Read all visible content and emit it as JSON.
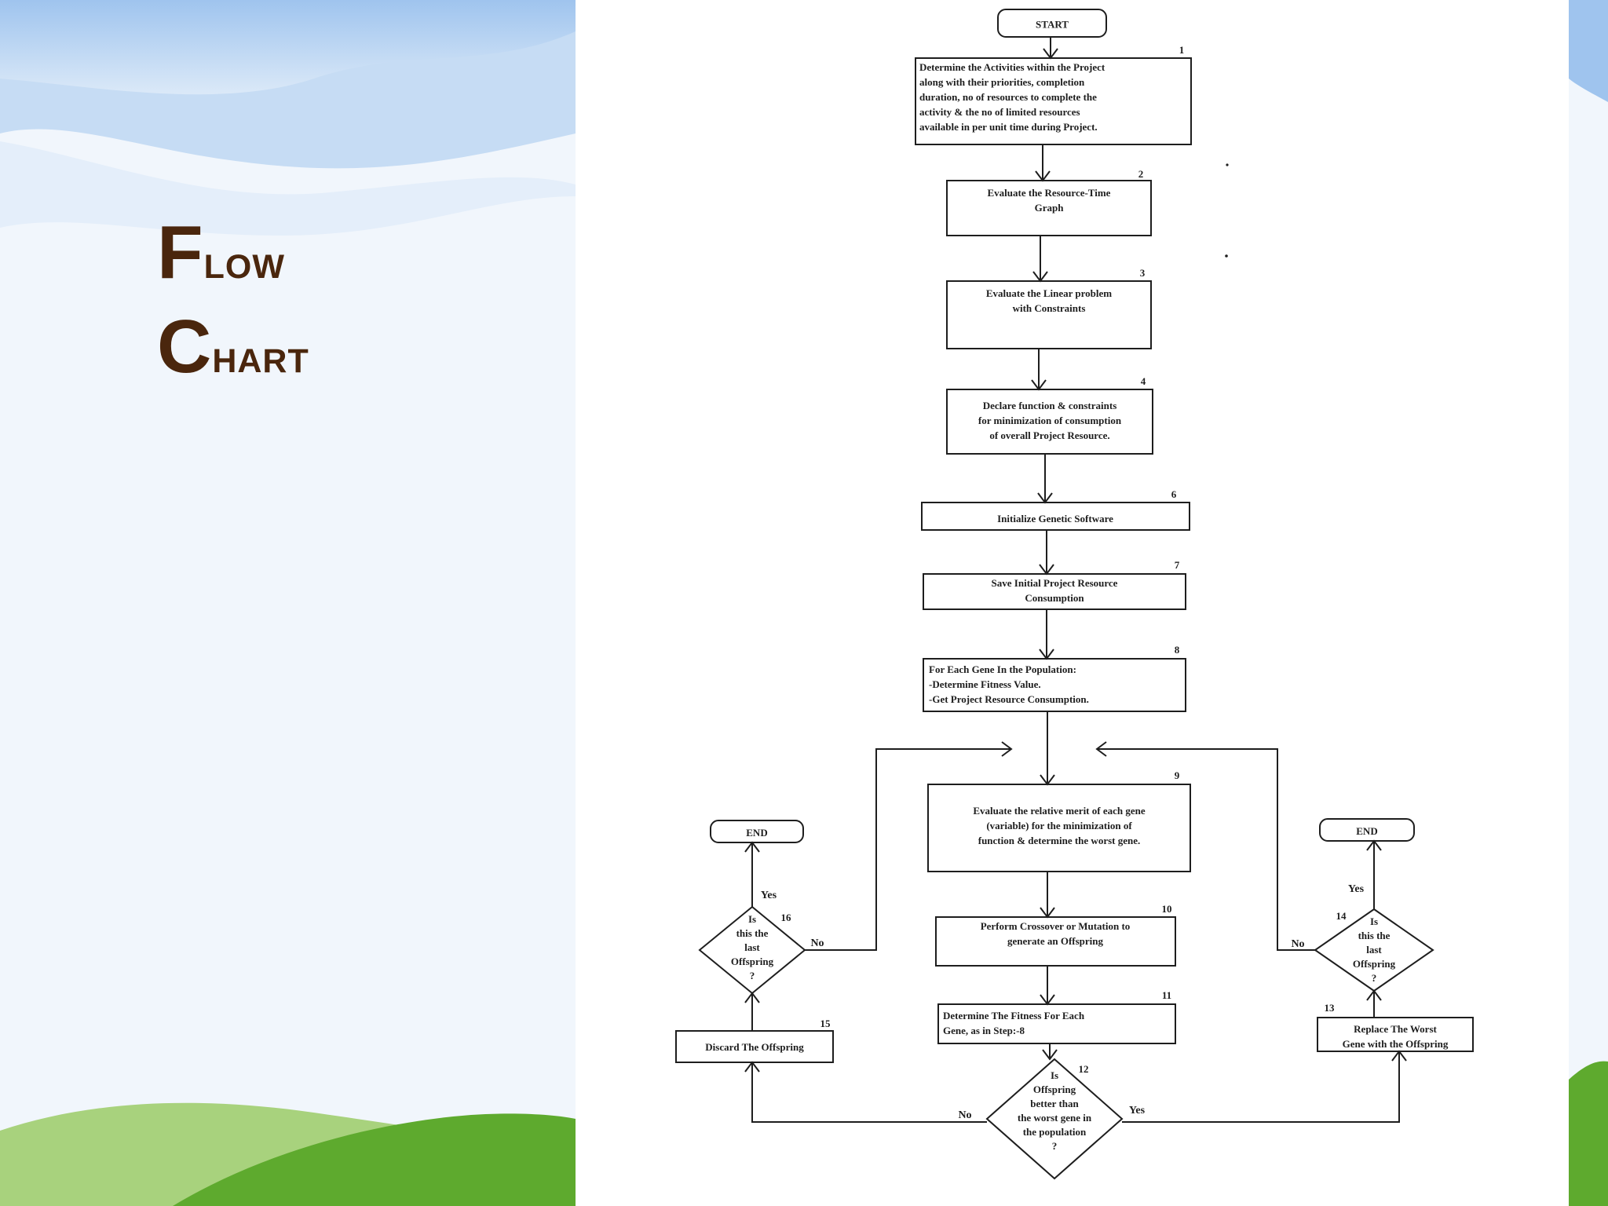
{
  "slide": {
    "title_line1": "Flow",
    "title_line2": "Chart"
  },
  "colors": {
    "title": "#4a260d",
    "sky_blue": "#8fb8ea",
    "grass_green": "#5eaa2e",
    "stroke": "#1e1e1e"
  },
  "flowchart": {
    "start": "START",
    "end_left": "END",
    "end_right": "END",
    "steps": [
      {
        "id": "s1",
        "num": "1",
        "lines": [
          "Determine the Activities within the Project",
          "along with their priorities, completion",
          "duration, no of resources to complete the",
          "activity & the no of limited resources",
          "available in per unit time during Project."
        ]
      },
      {
        "id": "s2",
        "num": "2",
        "lines": [
          "Evaluate the Resource-Time",
          "Graph"
        ]
      },
      {
        "id": "s3",
        "num": "3",
        "lines": [
          "Evaluate the Linear problem",
          "with Constraints"
        ]
      },
      {
        "id": "s4",
        "num": "4",
        "lines": [
          "Declare function & constraints",
          "for minimization of consumption",
          "of overall Project Resource."
        ]
      },
      {
        "id": "s6",
        "num": "6",
        "lines": [
          "Initialize Genetic Software"
        ]
      },
      {
        "id": "s7",
        "num": "7",
        "lines": [
          "Save Initial Project Resource",
          "Consumption"
        ]
      },
      {
        "id": "s8",
        "num": "8",
        "lines": [
          "For Each Gene In the Population:",
          "-Determine Fitness Value.",
          "-Get Project Resource Consumption."
        ]
      },
      {
        "id": "s9",
        "num": "9",
        "lines": [
          "Evaluate the relative merit of each gene",
          "(variable) for the minimization of",
          "function & determine the worst gene."
        ]
      },
      {
        "id": "s10",
        "num": "10",
        "lines": [
          "Perform Crossover or Mutation to",
          "generate an Offspring"
        ]
      },
      {
        "id": "s11",
        "num": "11",
        "lines": [
          "Determine The Fitness For Each",
          "Gene, as in Step:-8"
        ]
      },
      {
        "id": "s13",
        "num": "13",
        "lines": [
          "Replace The Worst",
          "Gene with the Offspring"
        ]
      },
      {
        "id": "s15",
        "num": "15",
        "lines": [
          "Discard The Offspring"
        ]
      }
    ],
    "decisions": [
      {
        "id": "d12",
        "num": "12",
        "lines": [
          "Is",
          "Offspring",
          "better than",
          "the worst gene in",
          "the population",
          "?"
        ]
      },
      {
        "id": "d14",
        "num": "14",
        "lines": [
          "Is",
          "this the",
          "last",
          "Offspring",
          "?"
        ]
      },
      {
        "id": "d16",
        "num": "16",
        "lines": [
          "Is",
          "this the",
          "last",
          "Offspring",
          "?"
        ]
      }
    ],
    "labels": {
      "d12_no": "No",
      "d12_yes": "Yes",
      "d14_yes": "Yes",
      "d14_no": "No",
      "d16_yes": "Yes",
      "d16_no": "No"
    }
  }
}
